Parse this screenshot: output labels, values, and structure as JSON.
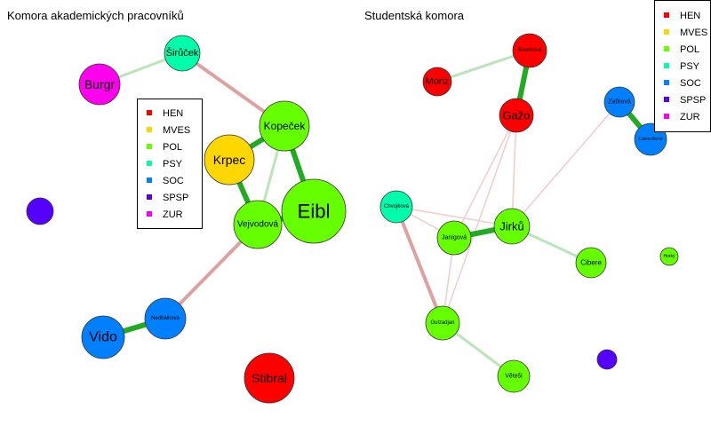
{
  "panels": {
    "left": {
      "title": "Komora akademických pracovníků"
    },
    "right": {
      "title": "Studentská komora"
    }
  },
  "legend": {
    "items": [
      {
        "label": "HEN",
        "color": "#ff0000"
      },
      {
        "label": "MVES",
        "color": "#ffd700"
      },
      {
        "label": "POL",
        "color": "#66ff00"
      },
      {
        "label": "PSY",
        "color": "#00ffaa"
      },
      {
        "label": "SOC",
        "color": "#0080ff"
      },
      {
        "label": "SPSP",
        "color": "#5500ff"
      },
      {
        "label": "ZUR",
        "color": "#ff00ee"
      }
    ]
  },
  "edge_colors": {
    "green_strong": "#22aa22",
    "green_light": "#b9e5b9",
    "red_medium": "#e0a0a0",
    "red_light": "#f0cccc"
  },
  "chart_data": [
    {
      "type": "network",
      "title": "Komora akademických pracovníků",
      "nodes": [
        {
          "id": "Širůček",
          "label": "Širůček",
          "party": "PSY"
        },
        {
          "id": "Burgr",
          "label": "Burgr",
          "party": "ZUR"
        },
        {
          "id": "Kopeček",
          "label": "Kopeček",
          "party": "POL"
        },
        {
          "id": "Krpec",
          "label": "Krpec",
          "party": "MVES"
        },
        {
          "id": "Eibl",
          "label": "Eibl",
          "party": "POL"
        },
        {
          "id": "Vejvodová",
          "label": "Vejvodová",
          "party": "POL"
        },
        {
          "id": "spsp-left",
          "label": "",
          "party": "SPSP"
        },
        {
          "id": "Vido",
          "label": "Vido",
          "party": "SOC"
        },
        {
          "id": "Nedbálková",
          "label": "Nedbálková",
          "party": "SOC"
        },
        {
          "id": "Stibral",
          "label": "Stibral",
          "party": "HEN"
        }
      ],
      "edges": [
        {
          "source": "Burgr",
          "target": "Širůček",
          "tone": "green_light"
        },
        {
          "source": "Širůček",
          "target": "Kopeček",
          "tone": "red_medium"
        },
        {
          "source": "Krpec",
          "target": "Kopeček",
          "tone": "green_strong"
        },
        {
          "source": "Kopeček",
          "target": "Eibl",
          "tone": "green_strong"
        },
        {
          "source": "Kopeček",
          "target": "Vejvodová",
          "tone": "green_light"
        },
        {
          "source": "Krpec",
          "target": "Vejvodová",
          "tone": "green_strong"
        },
        {
          "source": "Vejvodová",
          "target": "Eibl",
          "tone": "green_strong"
        },
        {
          "source": "Vejvodová",
          "target": "Nedbálková",
          "tone": "red_medium"
        },
        {
          "source": "Vido",
          "target": "Nedbálková",
          "tone": "green_strong"
        }
      ]
    },
    {
      "type": "network",
      "title": "Studentská komora",
      "nodes": [
        {
          "id": "Šmehlová",
          "label": "Šmehlová",
          "party": "HEN"
        },
        {
          "id": "Moriz",
          "label": "Moriz",
          "party": "HEN"
        },
        {
          "id": "Gažo",
          "label": "Gažo",
          "party": "HEN"
        },
        {
          "id": "Zaťková",
          "label": "Zaťková",
          "party": "SOC"
        },
        {
          "id": "Calvovičová",
          "label": "Calvovičová",
          "party": "SOC"
        },
        {
          "id": "Chvojková",
          "label": "Chvojková",
          "party": "PSY"
        },
        {
          "id": "Janigová",
          "label": "Janigová",
          "party": "POL"
        },
        {
          "id": "Jirků",
          "label": "Jirků",
          "party": "POL"
        },
        {
          "id": "Cibere",
          "label": "Cibere",
          "party": "POL"
        },
        {
          "id": "Horký",
          "label": "Horký",
          "party": "POL"
        },
        {
          "id": "Gulzadjan",
          "label": "Gulzadjan",
          "party": "POL"
        },
        {
          "id": "spsp-right",
          "label": "",
          "party": "SPSP"
        },
        {
          "id": "Věteši",
          "label": "Věteši",
          "party": "POL"
        }
      ],
      "edges": [
        {
          "source": "Moriz",
          "target": "Šmehlová",
          "tone": "green_light"
        },
        {
          "source": "Šmehlová",
          "target": "Gažo",
          "tone": "green_strong"
        },
        {
          "source": "Zaťková",
          "target": "Calvovičová",
          "tone": "green_strong"
        },
        {
          "source": "Gažo",
          "target": "Jirků",
          "tone": "red_light"
        },
        {
          "source": "Gažo",
          "target": "Janigová",
          "tone": "red_light"
        },
        {
          "source": "Gažo",
          "target": "Gulzadjan",
          "tone": "red_light"
        },
        {
          "source": "Zaťková",
          "target": "Jirků",
          "tone": "red_light"
        },
        {
          "source": "Janigová",
          "target": "Jirků",
          "tone": "green_strong"
        },
        {
          "source": "Chvojková",
          "target": "Jirků",
          "tone": "red_light"
        },
        {
          "source": "Chvojková",
          "target": "Janigová",
          "tone": "red_light"
        },
        {
          "source": "Chvojková",
          "target": "Gulzadjan",
          "tone": "red_medium"
        },
        {
          "source": "Jirků",
          "target": "Cibere",
          "tone": "green_light"
        },
        {
          "source": "Janigová",
          "target": "Gulzadjan",
          "tone": "red_light"
        },
        {
          "source": "Gulzadjan",
          "target": "Věteši",
          "tone": "green_light"
        }
      ]
    }
  ]
}
